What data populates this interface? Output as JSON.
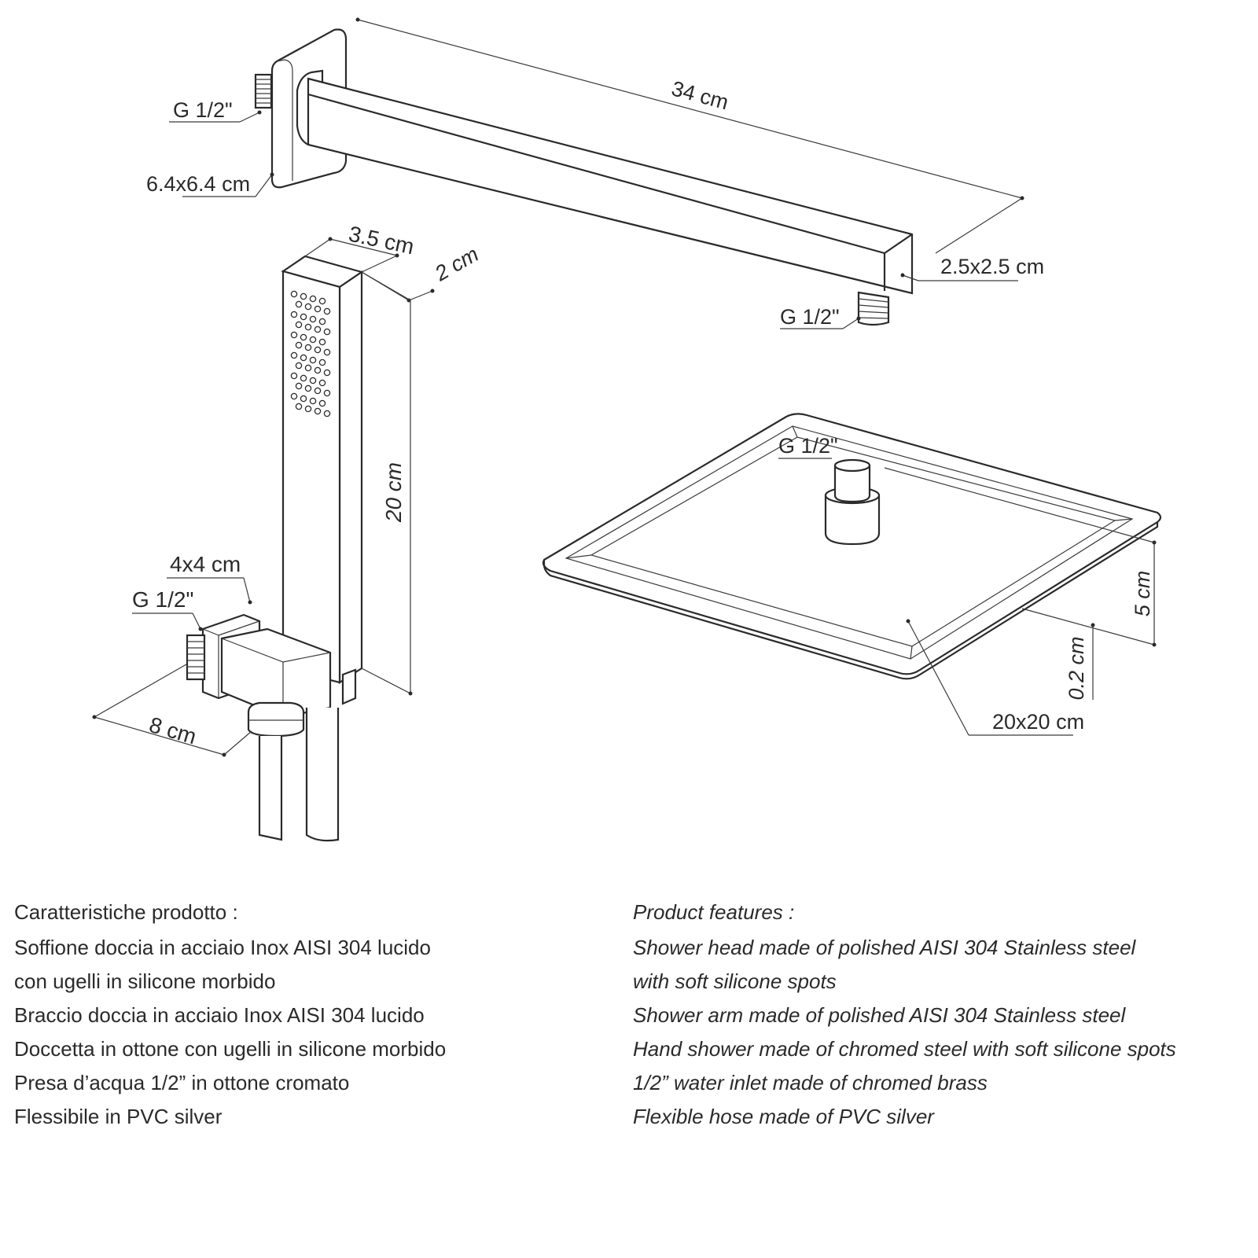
{
  "arm": {
    "length": "34 cm",
    "flange": "6.4x6.4 cm",
    "section": "2.5x2.5 cm",
    "thread_wall": "G 1/2\"",
    "thread_outlet": "G 1/2\""
  },
  "hand_shower": {
    "width": "3.5 cm",
    "depth": "2 cm",
    "height": "20 cm"
  },
  "water_inlet": {
    "size": "4x4 cm",
    "thread": "G 1/2\"",
    "length": "8 cm"
  },
  "shower_head": {
    "thread": "G 1/2\"",
    "height": "5 cm",
    "thickness": "0.2 cm",
    "size": "20x20 cm"
  },
  "features_it": {
    "title": "Caratteristiche prodotto :",
    "lines": [
      "Soffione doccia in acciaio Inox AISI 304 lucido",
      "con ugelli in silicone morbido",
      "Braccio doccia in acciaio Inox AISI 304 lucido",
      "Doccetta in ottone con ugelli in silicone morbido",
      "Presa d’acqua 1/2” in ottone cromato",
      "Flessibile in PVC silver"
    ]
  },
  "features_en": {
    "title": "Product features :",
    "lines": [
      "Shower head made of polished AISI 304 Stainless steel",
      "with soft silicone spots",
      "Shower arm made of polished AISI 304 Stainless steel",
      "Hand shower made of chromed steel with soft silicone spots",
      "1/2” water inlet made of chromed brass",
      "Flexible hose made of PVC silver"
    ]
  }
}
